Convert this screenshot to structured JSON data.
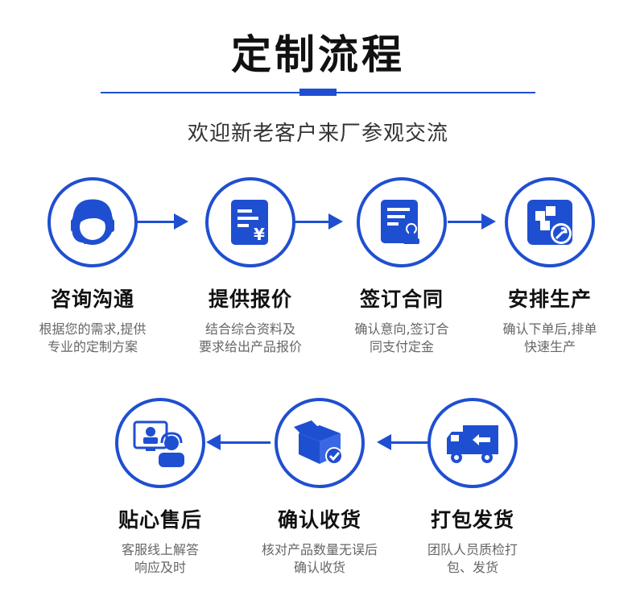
{
  "header": {
    "title": "定制流程",
    "subtitle": "欢迎新老客户来厂参观交流"
  },
  "colors": {
    "accent": "#1f4fd1"
  },
  "steps": [
    {
      "title": "咨询沟通",
      "desc1": "根据您的需求,提供",
      "desc2": "专业的定制方案",
      "icon": "headset-agent-icon"
    },
    {
      "title": "提供报价",
      "desc1": "结合综合资料及",
      "desc2": "要求给出产品报价",
      "icon": "price-document-icon"
    },
    {
      "title": "签订合同",
      "desc1": "确认意向,签订合",
      "desc2": "同支付定金",
      "icon": "contract-stamp-icon"
    },
    {
      "title": "安排生产",
      "desc1": "确认下单后,排单",
      "desc2": "快速生产",
      "icon": "production-boxes-icon"
    },
    {
      "title": "打包发货",
      "desc1": "团队人员质检打",
      "desc2": "包、发货",
      "icon": "delivery-truck-icon"
    },
    {
      "title": "确认收货",
      "desc1": "核对产品数量无误后",
      "desc2": "确认收货",
      "icon": "package-check-icon"
    },
    {
      "title": "贴心售后",
      "desc1": "客服线上解答",
      "desc2": "响应及时",
      "icon": "online-support-icon"
    }
  ]
}
